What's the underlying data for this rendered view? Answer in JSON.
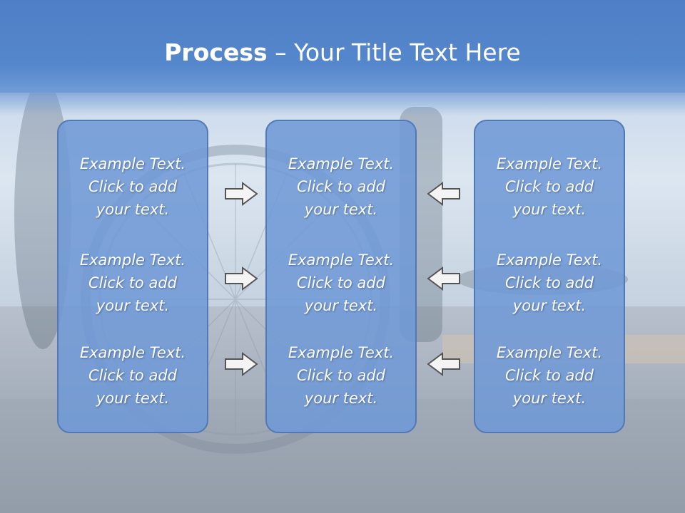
{
  "title": {
    "bold": "Process",
    "rest": " – Your Title Text Here"
  },
  "panels": [
    {
      "items": [
        {
          "line1": "Example Text.",
          "line2": "Click  to add",
          "line3": "your text."
        },
        {
          "line1": "Example Text.",
          "line2": "Click  to add",
          "line3": "your text."
        },
        {
          "line1": "Example Text.",
          "line2": "Click  to add",
          "line3": "your text."
        }
      ]
    },
    {
      "items": [
        {
          "line1": "Example Text.",
          "line2": "Click  to add",
          "line3": "your text."
        },
        {
          "line1": "Example Text.",
          "line2": "Click  to add",
          "line3": "your text."
        },
        {
          "line1": "Example Text.",
          "line2": "Click  to add",
          "line3": "your text."
        }
      ]
    },
    {
      "items": [
        {
          "line1": "Example Text.",
          "line2": "Click  to add",
          "line3": "your text."
        },
        {
          "line1": "Example Text.",
          "line2": "Click  to add",
          "line3": "your text."
        },
        {
          "line1": "Example Text.",
          "line2": "Click  to add",
          "line3": "your text."
        }
      ]
    }
  ],
  "colors": {
    "title_band": "#5587cc",
    "panel_fill": "#709ad6",
    "panel_border": "#5279b6",
    "text": "#ffffff"
  },
  "icons": {
    "left_arrows": "right-arrow-icon",
    "right_arrows": "left-arrow-icon"
  }
}
